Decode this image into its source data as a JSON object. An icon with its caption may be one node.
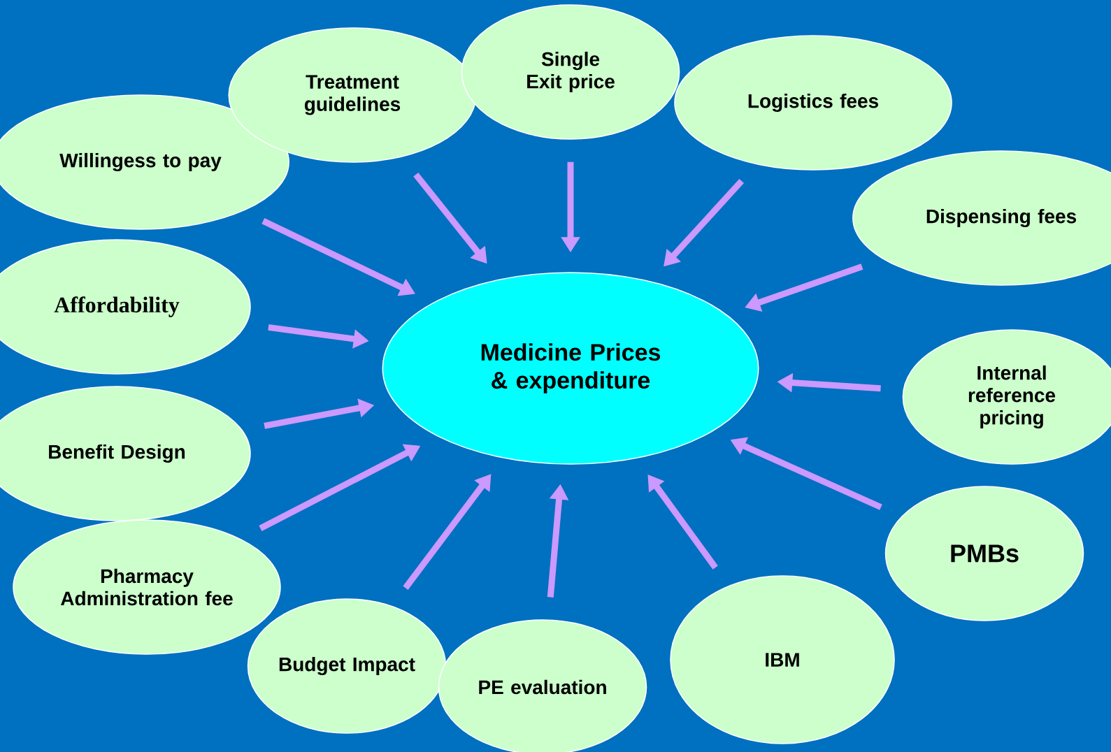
{
  "diagram": {
    "nodes": [
      {
        "text": [
          "Willingess to pay"
        ]
      },
      {
        "text": [
          "Treatment guidelines"
        ]
      },
      {
        "text": [
          "Single Exit price"
        ]
      },
      {
        "text": [
          "Logistics fees"
        ]
      },
      {
        "text": [
          "Dispensing fees"
        ]
      },
      {
        "text": [
          "Affordability"
        ]
      },
      {
        "text": [
          "Medicine Prices & expenditure"
        ]
      },
      {
        "text": [
          "Internal reference pricing"
        ]
      },
      {
        "text": [
          "Benefit Design"
        ]
      },
      {
        "text": [
          "PMBs"
        ]
      },
      {
        "text": [
          "Pharmacy Administration fee"
        ]
      },
      {
        "text": [
          "Budget Impact"
        ]
      },
      {
        "text": [
          "PE evaluation"
        ]
      },
      {
        "text": [
          "IBM"
        ]
      }
    ],
    "edges": [
      {
        "from": 0,
        "to": 6,
        "arrow": "to"
      },
      {
        "from": 1,
        "to": 6,
        "arrow": "to"
      },
      {
        "from": 2,
        "to": 6,
        "arrow": "to"
      },
      {
        "from": 3,
        "to": 6,
        "arrow": "to"
      },
      {
        "from": 4,
        "to": 6,
        "arrow": "to"
      },
      {
        "from": 5,
        "to": 6,
        "arrow": "to"
      },
      {
        "from": 7,
        "to": 6,
        "arrow": "to"
      },
      {
        "from": 8,
        "to": 6,
        "arrow": "to"
      },
      {
        "from": 9,
        "to": 6,
        "arrow": "to"
      },
      {
        "from": 10,
        "to": 6,
        "arrow": "to"
      },
      {
        "from": 11,
        "to": 6,
        "arrow": "to"
      },
      {
        "from": 12,
        "to": 6,
        "arrow": "to"
      },
      {
        "from": 13,
        "to": 6,
        "arrow": "to"
      }
    ]
  }
}
